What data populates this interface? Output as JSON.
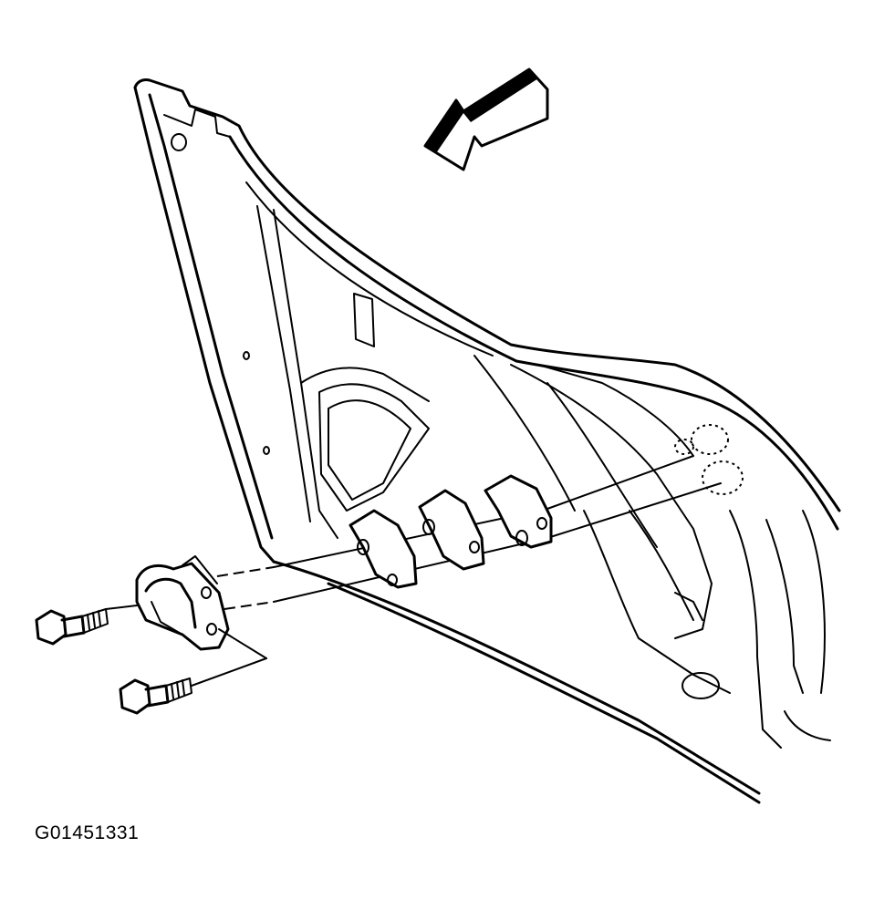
{
  "figure": {
    "id_label": "G01451331"
  },
  "parts": {
    "direction_arrow": "arrow-icon",
    "hood_panel": "hood-panel",
    "hinge_brackets": "hinge-bracket",
    "striker": "striker-loop",
    "bolts": "bolt-icon"
  },
  "colors": {
    "ink": "#000000",
    "paper": "#ffffff"
  }
}
